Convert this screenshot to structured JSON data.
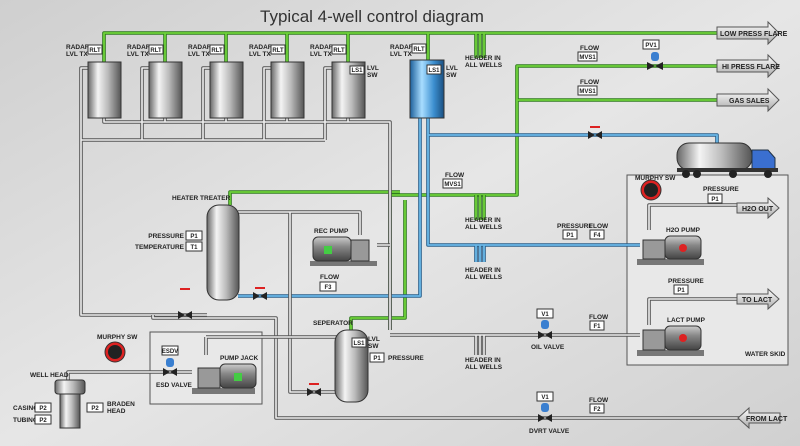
{
  "title": "Typical 4-well control diagram",
  "tanks": {
    "radar_label_1": "RADAR",
    "radar_label_2": "LVL TX",
    "rlt": "RLT",
    "ls1": "LS1",
    "lvl": "LVL",
    "sw": "SW"
  },
  "header": {
    "line1": "HEADER IN",
    "line2": "ALL WELLS"
  },
  "outlets": {
    "low_press_flare": "LOW PRESS FLARE",
    "hi_press_flare": "HI PRESS FLARE",
    "gas_sales": "GAS SALES",
    "h2o_out": "H2O OUT",
    "to_lact": "TO LACT",
    "from_lact": "FROM LACT"
  },
  "instruments": {
    "flow": "FLOW",
    "pressure": "PRESSURE",
    "temperature": "TEMPERATURE",
    "mvs1": "MVS1",
    "pv1": "PV1",
    "p1": "P1",
    "p2": "P2",
    "t1": "T1",
    "f1": "F1",
    "f2": "F2",
    "f3": "F3",
    "f4": "F4",
    "v1": "V1",
    "esdv": "ESDV",
    "casing": "CASING",
    "tubing": "TUBING",
    "braden1": "BRADEN",
    "braden2": "HEAD"
  },
  "equipment": {
    "heater_treater": "HEATER TREATER",
    "rec_pump": "REC PUMP",
    "seperator": "SEPERATOR",
    "pump_jack": "PUMP JACK",
    "esd_valve": "ESD VALVE",
    "murphy_sw": "MURPHY SW",
    "well_head": "WELL HEAD",
    "h2o_pump": "H2O PUMP",
    "lact_pump": "LACT PUMP",
    "water_skid": "WATER SKID",
    "oil_valve": "OIL VALVE",
    "dvrt_valve": "DVRT VALVE"
  },
  "colors": {
    "gas_pipe": "#6fd23a",
    "water_pipe": "#6ab8e8",
    "oil_pipe": "#eeeeee",
    "valve_handle": "#d0202a",
    "actuator": "#3a7fd0"
  }
}
